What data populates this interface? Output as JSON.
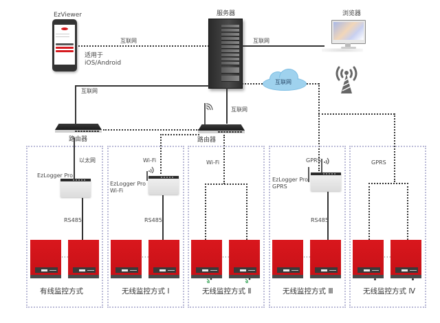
{
  "nodes": {
    "app": {
      "title": "EzViewer",
      "note_line1": "适用于",
      "note_line2": "iOS/Android"
    },
    "server": {
      "title": "服务器"
    },
    "browser": {
      "title": "浏览器"
    },
    "cloud": {
      "label": "互联网"
    },
    "router_left": {
      "label": "路由器"
    },
    "router_center": {
      "label": "路由器"
    },
    "cell_tower": {
      "icon": "cell-tower-icon"
    }
  },
  "links": {
    "app_to_server": "互联网",
    "server_to_browser": "互联网",
    "server_to_router_left": "互联网",
    "server_to_router_center": "互联网"
  },
  "zones": [
    {
      "title": "有线监控方式",
      "uplink": "以太网",
      "logger": "EzLogger Pro",
      "bus": "RS485"
    },
    {
      "title": "无线监控方式 Ⅰ",
      "uplink": "Wi-Fi",
      "logger_line1": "EzLogger Pro",
      "logger_line2": "Wi-Fi",
      "bus": "RS485"
    },
    {
      "title": "无线监控方式 Ⅱ",
      "uplink": "Wi-Fi"
    },
    {
      "title": "无线监控方式 Ⅲ",
      "uplink": "GPRS",
      "logger_line1": "EzLogger Pro",
      "logger_line2": "GPRS",
      "bus": "RS485"
    },
    {
      "title": "无线监控方式 Ⅳ",
      "uplink": "GPRS"
    }
  ],
  "ellipsis": "···",
  "colors": {
    "inverter_red": "#d9171d",
    "cloud_blue": "#9fd2ee",
    "zone_border": "#b9b9d6",
    "line": "#333333",
    "wireless_green": "#2e9e4f"
  }
}
